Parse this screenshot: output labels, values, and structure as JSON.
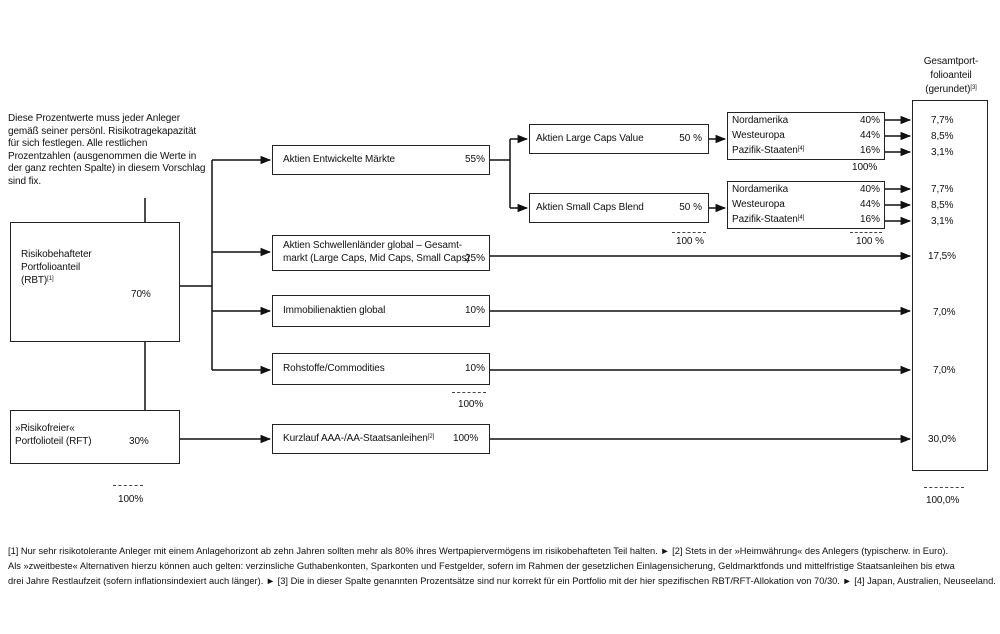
{
  "intro_note": "Diese Prozentwerte muss jeder Anleger gemäß seiner persönl. Risikotragekapazität für sich festlegen. Alle restlichen Prozentzahlen (ausgenommen die Werte in der ganz rechten Spalte) in diesem Vorschlag sind fix.",
  "rbt": {
    "label_lines": [
      "Risikobehafteter",
      "Portfolioanteil",
      "(RBT)"
    ],
    "sup": "[1]",
    "pct": "70%"
  },
  "rft": {
    "label_lines": [
      "»Risikofreier«",
      "Portfolioteil (RFT)"
    ],
    "pct": "30%"
  },
  "left_total": "100%",
  "mid": [
    {
      "label_lines": [
        "Aktien Entwickelte Märkte"
      ],
      "pct": "55%"
    },
    {
      "label_lines": [
        "Aktien Schwellenländer global – Gesamt-",
        "markt (Large Caps, Mid Caps, Small Caps)"
      ],
      "pct": "25%"
    },
    {
      "label_lines": [
        "Immobilienaktien global"
      ],
      "pct": "10%"
    },
    {
      "label_lines": [
        "Rohstoffe/Commodities"
      ],
      "pct": "10%"
    }
  ],
  "mid_total": "100%",
  "rft_target": {
    "label": "Kurzlauf AAA-/AA-Staatsanleihen",
    "sup": "[2]",
    "pct": "100%"
  },
  "caps": [
    {
      "label": "Aktien Large Caps Value",
      "pct": "50 %"
    },
    {
      "label": "Aktien Small Caps Blend",
      "pct": "50 %"
    }
  ],
  "caps_total": "100 %",
  "regions": [
    {
      "rows": [
        {
          "name": "Nordamerika",
          "pct": "40%"
        },
        {
          "name": "Westeuropa",
          "pct": "44%"
        },
        {
          "name": "Pazifik-Staaten",
          "sup": "[4]",
          "pct": "16%"
        }
      ],
      "total": "100%"
    },
    {
      "rows": [
        {
          "name": "Nordamerika",
          "pct": "40%"
        },
        {
          "name": "Westeuropa",
          "pct": "44%"
        },
        {
          "name": "Pazifik-Staaten",
          "sup": "[4]",
          "pct": "16%"
        }
      ],
      "total": "100 %"
    }
  ],
  "right_col": {
    "header_lines": [
      "Gesamtport-",
      "folioanteil",
      "(gerundet)"
    ],
    "header_sup": "[3]",
    "values_large_value": [
      "7,7%",
      "8,5%",
      "3,1%"
    ],
    "values_small_blend": [
      "7,7%",
      "8,5%",
      "3,1%"
    ],
    "value_emerging": "17,5%",
    "value_real_estate": "7,0%",
    "value_commodities": "7,0%",
    "value_bonds": "30,0%",
    "total": "100,0%"
  },
  "footnotes": [
    "[1] Nur sehr risikotolerante Anleger mit einem Anlagehorizont ab zehn Jahren sollten mehr als 80% ihres Wertpapiervermögens im risikobehafteten Teil halten. ► [2] Stets in der »Heimwährung« des Anlegers (typischerw. in Euro).",
    "Als »zweitbeste« Alternativen hierzu können auch gelten: verzinsliche Guthabenkonten, Sparkonten und Festgelder, sofern im Rahmen der gesetzlichen Einlagensicherung, Geldmarktfonds und mittelfristige Staatsanleihen bis etwa",
    "drei Jahre Restlaufzeit (sofern inflationsindexiert auch länger). ► [3] Die in dieser Spalte genannten Prozentsätze sind nur korrekt für ein Portfolio mit der hier spezifischen RBT/RFT-Allokation von 70/30. ► [4] Japan, Australien, Neuseeland."
  ]
}
